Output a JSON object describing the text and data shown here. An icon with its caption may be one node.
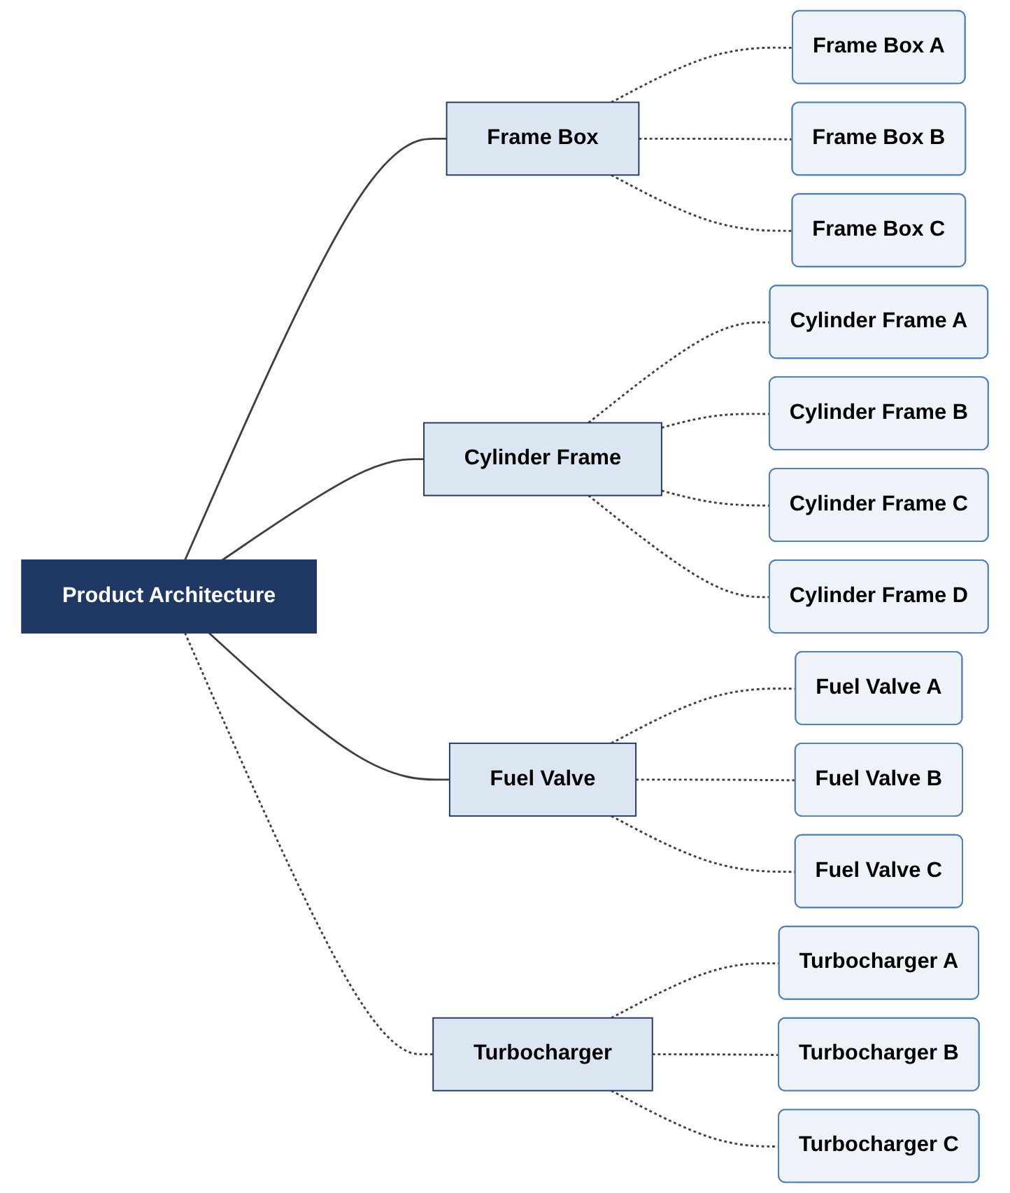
{
  "diagram": {
    "nodes": [
      {
        "text": [
          "Product Architecture"
        ]
      },
      {
        "text": [
          "Frame Box"
        ]
      },
      {
        "text": [
          "Frame Box A"
        ]
      },
      {
        "text": [
          "Frame Box B"
        ]
      },
      {
        "text": [
          "Frame Box C"
        ]
      },
      {
        "text": [
          "Cylinder Frame"
        ]
      },
      {
        "text": [
          "Cylinder Frame A"
        ]
      },
      {
        "text": [
          "Cylinder Frame B"
        ]
      },
      {
        "text": [
          "Cylinder Frame C"
        ]
      },
      {
        "text": [
          "Cylinder Frame D"
        ]
      },
      {
        "text": [
          "Fuel Valve"
        ]
      },
      {
        "text": [
          "Fuel Valve A"
        ]
      },
      {
        "text": [
          "Fuel Valve B"
        ]
      },
      {
        "text": [
          "Fuel Valve C"
        ]
      },
      {
        "text": [
          "Turbocharger"
        ]
      },
      {
        "text": [
          "Turbocharger A"
        ]
      },
      {
        "text": [
          "Turbocharger B"
        ]
      },
      {
        "text": [
          "Turbocharger C"
        ]
      }
    ],
    "edges": [
      {
        "from": 0,
        "to": 1,
        "arrow": "none"
      },
      {
        "from": 0,
        "to": 5,
        "arrow": "none"
      },
      {
        "from": 0,
        "to": 10,
        "arrow": "none"
      },
      {
        "from": 0,
        "to": 14,
        "arrow": "none",
        "style": "dashed"
      },
      {
        "from": 1,
        "to": 2,
        "arrow": "none",
        "style": "dashed"
      },
      {
        "from": 1,
        "to": 3,
        "arrow": "none",
        "style": "dashed"
      },
      {
        "from": 1,
        "to": 4,
        "arrow": "none",
        "style": "dashed"
      },
      {
        "from": 5,
        "to": 6,
        "arrow": "none",
        "style": "dashed"
      },
      {
        "from": 5,
        "to": 7,
        "arrow": "none",
        "style": "dashed"
      },
      {
        "from": 5,
        "to": 8,
        "arrow": "none",
        "style": "dashed"
      },
      {
        "from": 5,
        "to": 9,
        "arrow": "none",
        "style": "dashed"
      },
      {
        "from": 10,
        "to": 11,
        "arrow": "none",
        "style": "dashed"
      },
      {
        "from": 10,
        "to": 12,
        "arrow": "none",
        "style": "dashed"
      },
      {
        "from": 10,
        "to": 13,
        "arrow": "none",
        "style": "dashed"
      },
      {
        "from": 14,
        "to": 15,
        "arrow": "none",
        "style": "dashed"
      },
      {
        "from": 14,
        "to": 16,
        "arrow": "none",
        "style": "dashed"
      },
      {
        "from": 14,
        "to": 17,
        "arrow": "none",
        "style": "dashed"
      }
    ]
  }
}
